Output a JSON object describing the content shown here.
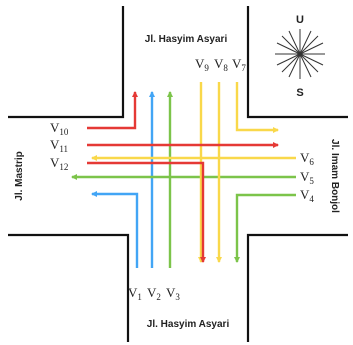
{
  "roads": {
    "north": "Jl. Hasyim Asyari",
    "south": "Jl. Hasyim Asyari",
    "west": "Jl. Mastrip",
    "east": "Jl. Imam Bonjol"
  },
  "compass": {
    "north": "U",
    "south": "S",
    "icon": "compass-rose-icon"
  },
  "colors": {
    "red": "#e53935",
    "blue": "#42a5f5",
    "green": "#7cc44a",
    "yellow": "#f9d84a",
    "wall": "#111111"
  },
  "flows": [
    {
      "id": "V1",
      "base": "V",
      "sub": "1",
      "color": "blue",
      "from": "south",
      "to": "west"
    },
    {
      "id": "V2",
      "base": "V",
      "sub": "2",
      "color": "blue",
      "from": "south",
      "to": "north"
    },
    {
      "id": "V3",
      "base": "V",
      "sub": "3",
      "color": "green",
      "from": "south",
      "to": "north"
    },
    {
      "id": "V4",
      "base": "V",
      "sub": "4",
      "color": "green",
      "from": "east",
      "to": "south"
    },
    {
      "id": "V5",
      "base": "V",
      "sub": "5",
      "color": "green",
      "from": "east",
      "to": "west"
    },
    {
      "id": "V6",
      "base": "V",
      "sub": "6",
      "color": "yellow",
      "from": "east",
      "to": "west"
    },
    {
      "id": "V7",
      "base": "V",
      "sub": "7",
      "color": "yellow",
      "from": "north",
      "to": "east"
    },
    {
      "id": "V8",
      "base": "V",
      "sub": "8",
      "color": "yellow",
      "from": "north",
      "to": "south"
    },
    {
      "id": "V9",
      "base": "V",
      "sub": "9",
      "color": "yellow",
      "from": "north",
      "to": "south"
    },
    {
      "id": "V10",
      "base": "V",
      "sub": "10",
      "color": "red",
      "from": "west",
      "to": "north"
    },
    {
      "id": "V11",
      "base": "V",
      "sub": "11",
      "color": "red",
      "from": "west",
      "to": "east"
    },
    {
      "id": "V12",
      "base": "V",
      "sub": "12",
      "color": "red",
      "from": "west",
      "to": "south"
    }
  ]
}
